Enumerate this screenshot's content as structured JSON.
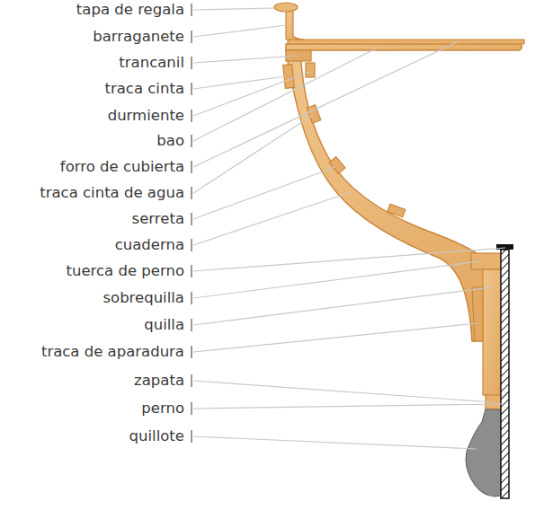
{
  "diagram": {
    "labels": [
      "tapa de regala",
      "barraganete",
      "trancanil",
      "traca cinta",
      "durmiente",
      "bao",
      "forro de cubierta",
      "traca cinta de agua",
      "serreta",
      "cuaderna",
      "tuerca de perno",
      "sobrequilla",
      "quilla",
      "traca de aparadura",
      "zapata",
      "perno",
      "quillote"
    ]
  }
}
